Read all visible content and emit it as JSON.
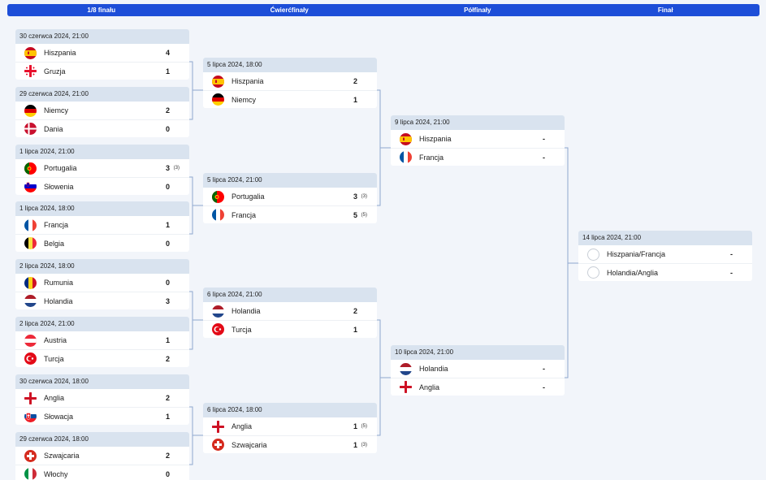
{
  "stages": [
    "1/8 finału",
    "Ćwierćfinały",
    "Półfinały",
    "Finał"
  ],
  "matches": [
    {
      "id": "r16-1",
      "date": "30 czerwca 2024, 21:00",
      "teams": [
        {
          "name": "Hiszpania",
          "flag": "es",
          "score": "4",
          "pen": ""
        },
        {
          "name": "Gruzja",
          "flag": "ge",
          "score": "1",
          "pen": ""
        }
      ]
    },
    {
      "id": "r16-2",
      "date": "29 czerwca 2024, 21:00",
      "teams": [
        {
          "name": "Niemcy",
          "flag": "de",
          "score": "2",
          "pen": ""
        },
        {
          "name": "Dania",
          "flag": "dk",
          "score": "0",
          "pen": ""
        }
      ]
    },
    {
      "id": "r16-3",
      "date": "1 lipca 2024, 21:00",
      "teams": [
        {
          "name": "Portugalia",
          "flag": "pt",
          "score": "3",
          "pen": "(3)"
        },
        {
          "name": "Słowenia",
          "flag": "si",
          "score": "0",
          "pen": ""
        }
      ]
    },
    {
      "id": "r16-4",
      "date": "1 lipca 2024, 18:00",
      "teams": [
        {
          "name": "Francja",
          "flag": "fr",
          "score": "1",
          "pen": ""
        },
        {
          "name": "Belgia",
          "flag": "be",
          "score": "0",
          "pen": ""
        }
      ]
    },
    {
      "id": "r16-5",
      "date": "2 lipca 2024, 18:00",
      "teams": [
        {
          "name": "Rumunia",
          "flag": "ro",
          "score": "0",
          "pen": ""
        },
        {
          "name": "Holandia",
          "flag": "nl",
          "score": "3",
          "pen": ""
        }
      ]
    },
    {
      "id": "r16-6",
      "date": "2 lipca 2024, 21:00",
      "teams": [
        {
          "name": "Austria",
          "flag": "at",
          "score": "1",
          "pen": ""
        },
        {
          "name": "Turcja",
          "flag": "tr",
          "score": "2",
          "pen": ""
        }
      ]
    },
    {
      "id": "r16-7",
      "date": "30 czerwca 2024, 18:00",
      "teams": [
        {
          "name": "Anglia",
          "flag": "en",
          "score": "2",
          "pen": ""
        },
        {
          "name": "Słowacja",
          "flag": "sk",
          "score": "1",
          "pen": ""
        }
      ]
    },
    {
      "id": "r16-8",
      "date": "29 czerwca 2024, 18:00",
      "teams": [
        {
          "name": "Szwajcaria",
          "flag": "ch",
          "score": "2",
          "pen": ""
        },
        {
          "name": "Włochy",
          "flag": "it",
          "score": "0",
          "pen": ""
        }
      ]
    },
    {
      "id": "qf-1",
      "date": "5 lipca 2024, 18:00",
      "teams": [
        {
          "name": "Hiszpania",
          "flag": "es",
          "score": "2",
          "pen": ""
        },
        {
          "name": "Niemcy",
          "flag": "de",
          "score": "1",
          "pen": ""
        }
      ]
    },
    {
      "id": "qf-2",
      "date": "5 lipca 2024, 21:00",
      "teams": [
        {
          "name": "Portugalia",
          "flag": "pt",
          "score": "3",
          "pen": "(3)"
        },
        {
          "name": "Francja",
          "flag": "fr",
          "score": "5",
          "pen": "(5)"
        }
      ]
    },
    {
      "id": "qf-3",
      "date": "6 lipca 2024, 21:00",
      "teams": [
        {
          "name": "Holandia",
          "flag": "nl",
          "score": "2",
          "pen": ""
        },
        {
          "name": "Turcja",
          "flag": "tr",
          "score": "1",
          "pen": ""
        }
      ]
    },
    {
      "id": "qf-4",
      "date": "6 lipca 2024, 18:00",
      "teams": [
        {
          "name": "Anglia",
          "flag": "en",
          "score": "1",
          "pen": "(5)"
        },
        {
          "name": "Szwajcaria",
          "flag": "ch",
          "score": "1",
          "pen": "(3)"
        }
      ]
    },
    {
      "id": "sf-1",
      "date": "9 lipca 2024, 21:00",
      "teams": [
        {
          "name": "Hiszpania",
          "flag": "es",
          "score": "-",
          "pen": ""
        },
        {
          "name": "Francja",
          "flag": "fr",
          "score": "-",
          "pen": ""
        }
      ]
    },
    {
      "id": "sf-2",
      "date": "10 lipca 2024, 21:00",
      "teams": [
        {
          "name": "Holandia",
          "flag": "nl",
          "score": "-",
          "pen": ""
        },
        {
          "name": "Anglia",
          "flag": "en",
          "score": "-",
          "pen": ""
        }
      ]
    },
    {
      "id": "final",
      "date": "14 lipca 2024, 21:00",
      "teams": [
        {
          "name": "Hiszpania/Francja",
          "flag": "none",
          "score": "-",
          "pen": ""
        },
        {
          "name": "Holandia/Anglia",
          "flag": "none",
          "score": "-",
          "pen": ""
        }
      ]
    }
  ],
  "colors": {
    "header_bar": "#1d4ed8",
    "match_header": "#d9e3ef",
    "background": "#f2f5fa",
    "connector": "#8fa8cf"
  }
}
